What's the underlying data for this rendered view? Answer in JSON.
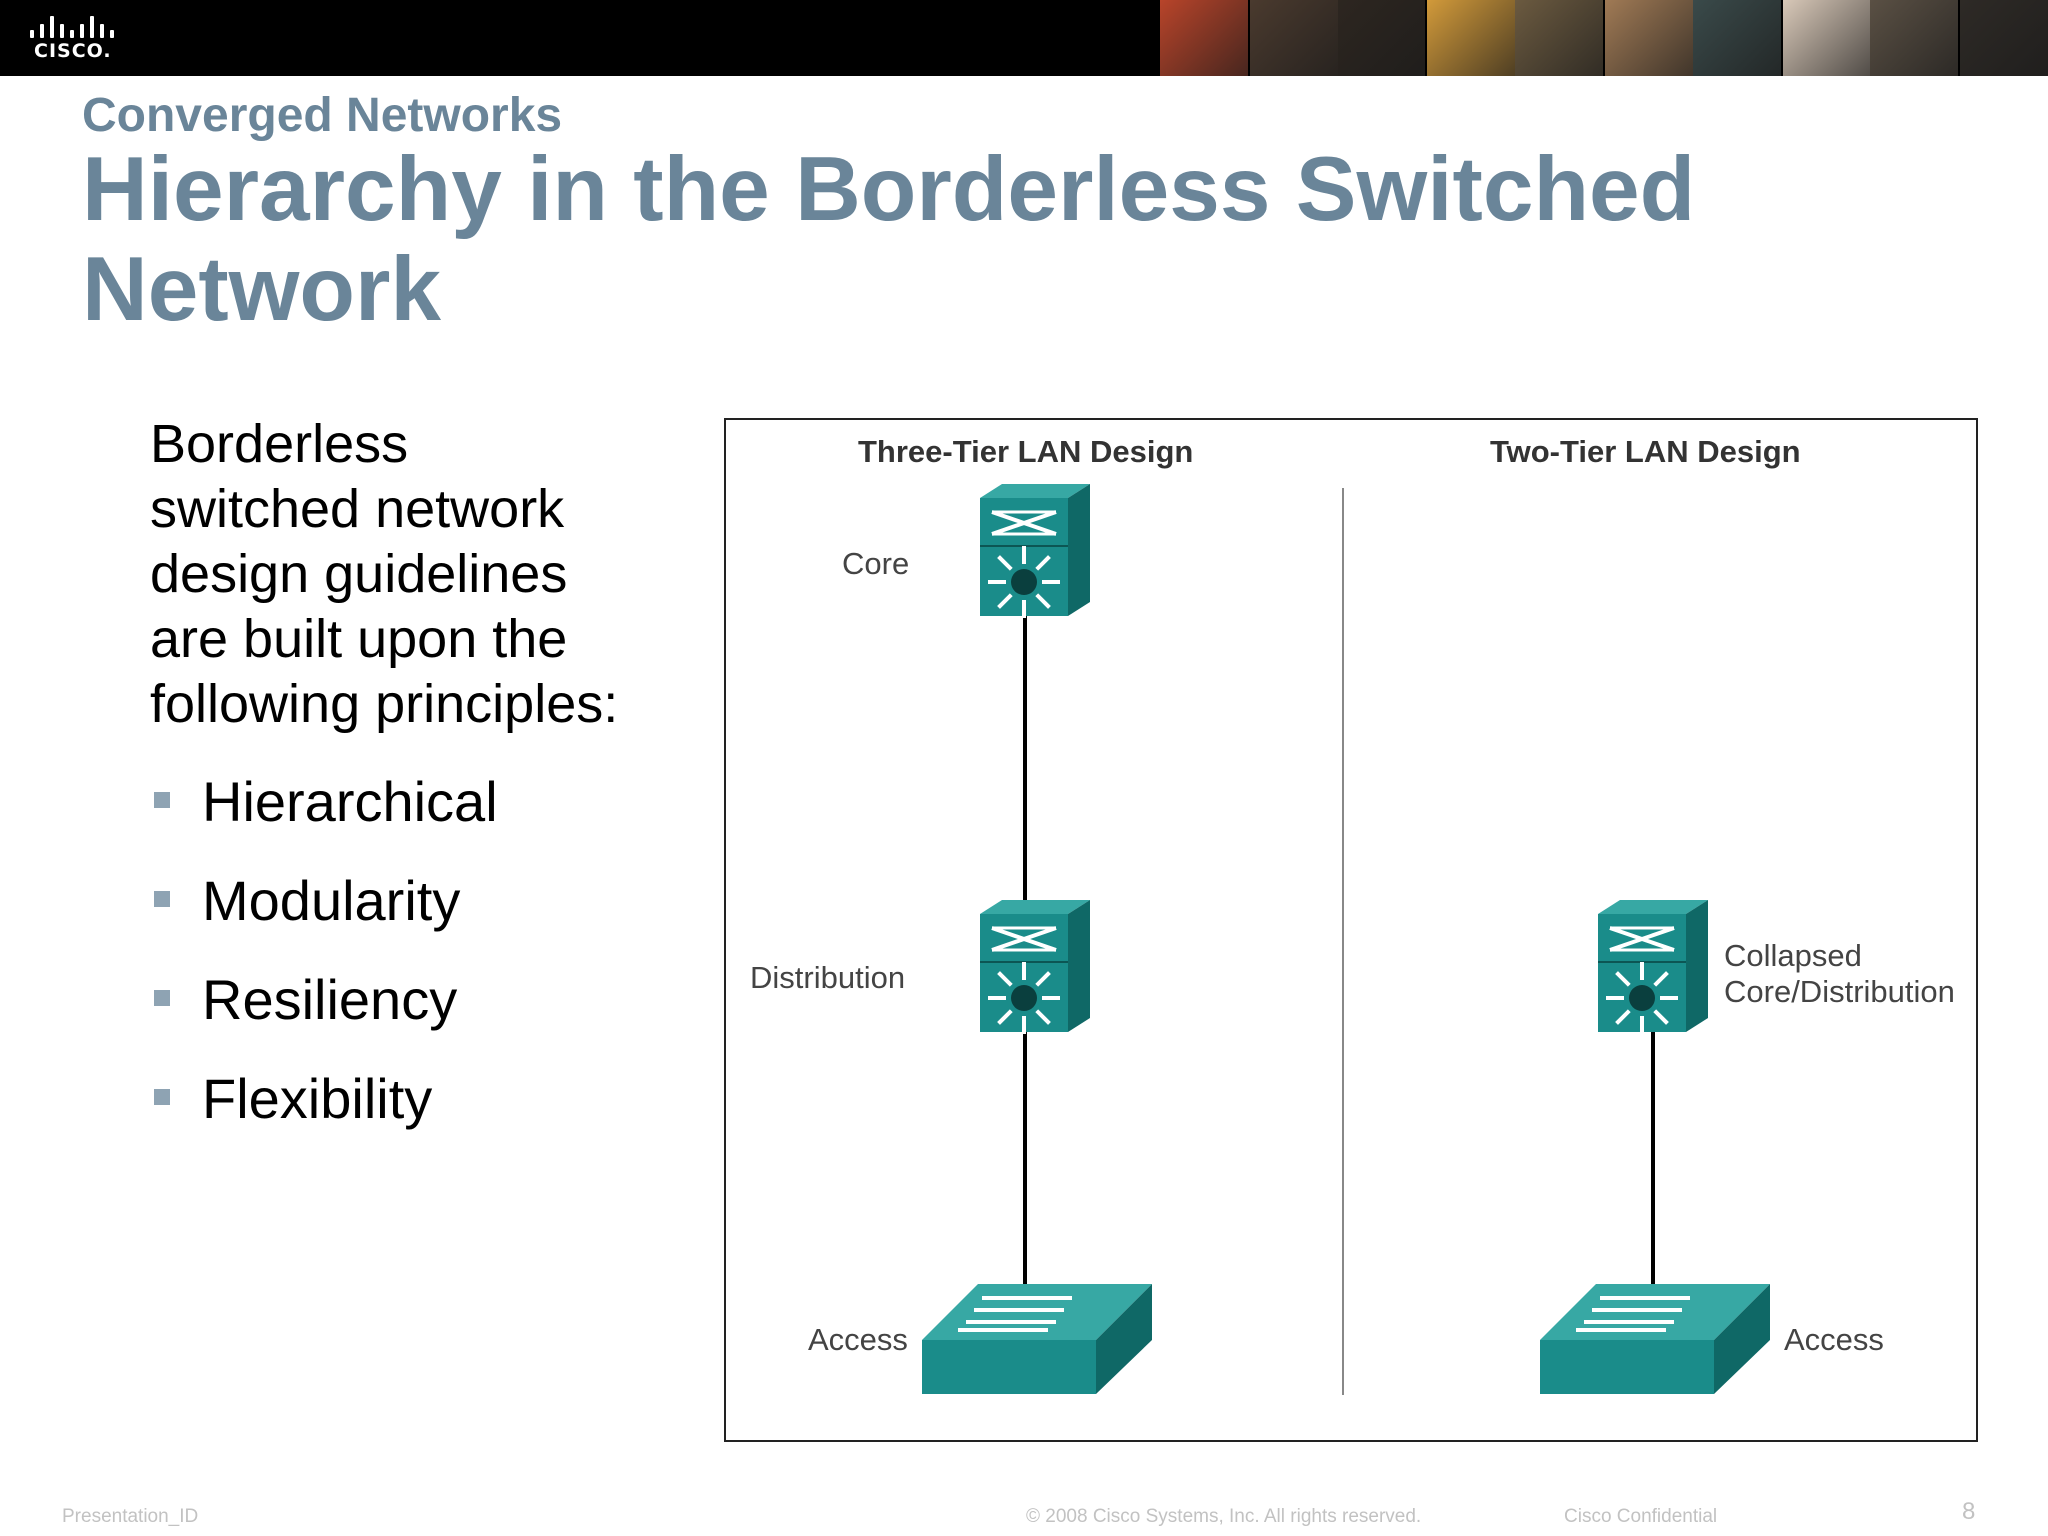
{
  "header": {
    "logo_text": "CISCO.",
    "photo_colors": [
      "#b8442a",
      "#4a3a2e",
      "#2d2620",
      "#d29a3a",
      "#6b5a40",
      "#a07a55",
      "#3a4a4a",
      "#d8c8b8",
      "#5a5044",
      "#2e2a26"
    ]
  },
  "slide": {
    "kicker": "Converged Networks",
    "title": "Hierarchy in the Borderless Switched Network"
  },
  "body": {
    "intro_lines": [
      "Borderless",
      "switched network",
      "design guidelines",
      "are built upon the",
      "following principles:"
    ],
    "bullets": [
      "Hierarchical",
      "Modularity",
      "Resiliency",
      "Flexibility"
    ]
  },
  "diagram": {
    "three_tier_title": "Three-Tier LAN Design",
    "two_tier_title": "Two-Tier LAN Design",
    "three_tier": {
      "core": "Core",
      "distribution": "Distribution",
      "access": "Access"
    },
    "two_tier": {
      "collapsed_line1": "Collapsed",
      "collapsed_line2": "Core/Distribution",
      "access": "Access"
    },
    "colors": {
      "switch_front": "#1a8c8a",
      "switch_top": "#37a8a4",
      "switch_side": "#0f6866"
    }
  },
  "footer": {
    "presentation_id": "Presentation_ID",
    "copyright": "© 2008 Cisco Systems, Inc. All rights reserved.",
    "confidential": "Cisco Confidential",
    "page_number": "8"
  }
}
